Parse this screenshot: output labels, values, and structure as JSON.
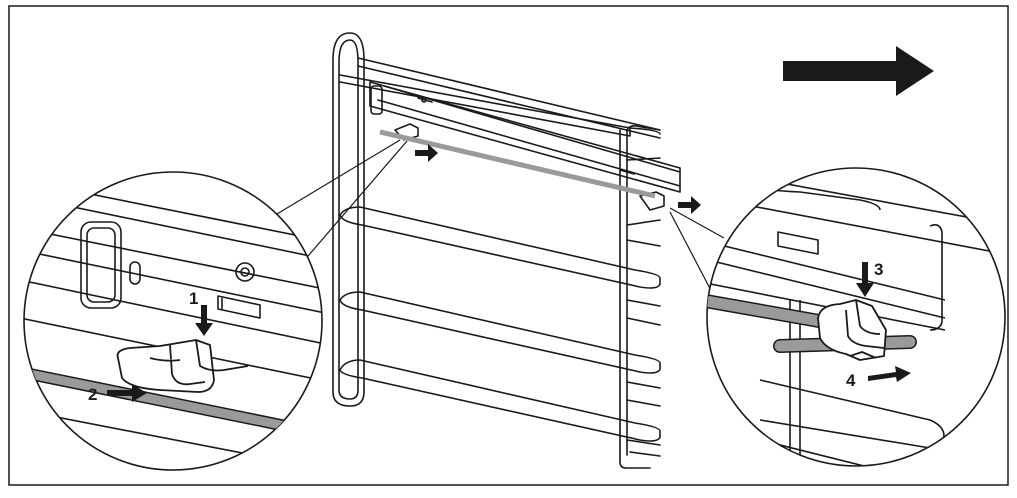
{
  "figure": {
    "steps": [
      {
        "number": "1",
        "direction": "down"
      },
      {
        "number": "2",
        "direction": "right"
      },
      {
        "number": "3",
        "direction": "down"
      },
      {
        "number": "4",
        "direction": "right"
      }
    ],
    "main_direction": "right",
    "colors": {
      "line": "#1a1a1a",
      "rod": "#9a9a9a",
      "rod_dark": "#7d7d7d",
      "background": "#ffffff"
    }
  }
}
